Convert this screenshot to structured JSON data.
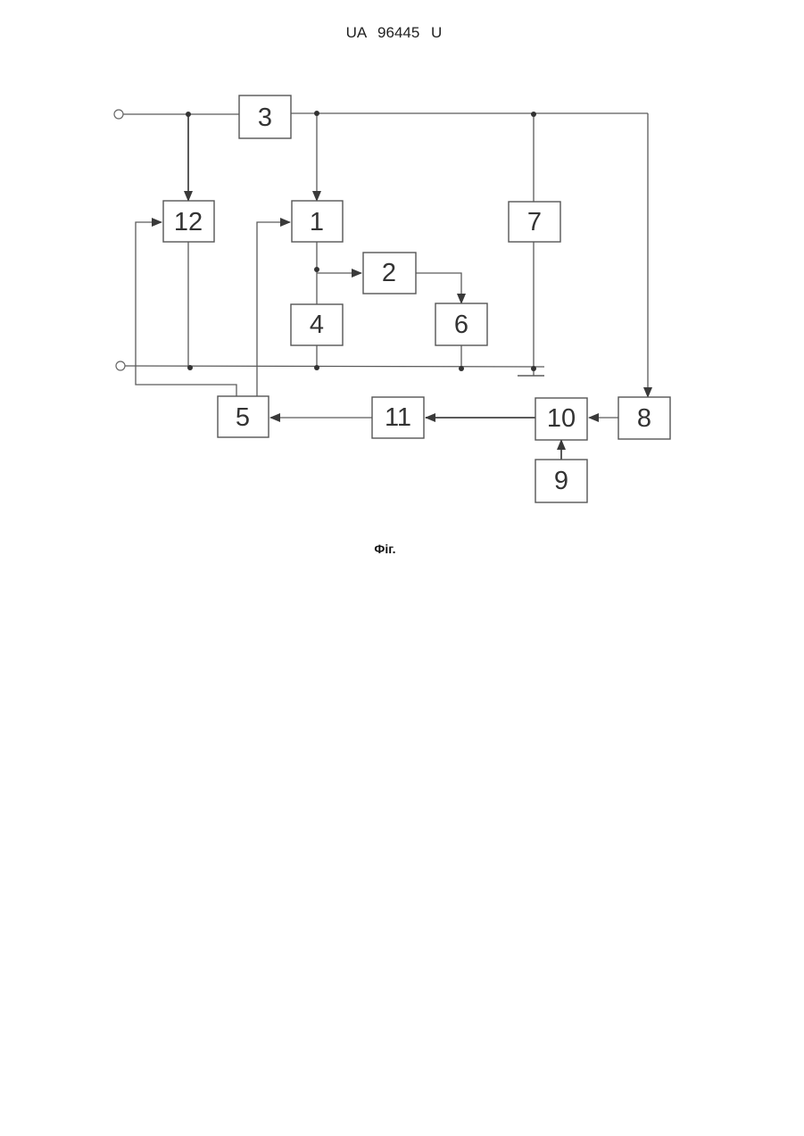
{
  "header": {
    "doc_number": "UA   96445   U"
  },
  "diagram": {
    "blocks": [
      {
        "id": "3",
        "label": "3"
      },
      {
        "id": "12",
        "label": "12"
      },
      {
        "id": "1",
        "label": "1"
      },
      {
        "id": "7",
        "label": "7"
      },
      {
        "id": "2",
        "label": "2"
      },
      {
        "id": "4",
        "label": "4"
      },
      {
        "id": "6",
        "label": "6"
      },
      {
        "id": "5",
        "label": "5"
      },
      {
        "id": "11",
        "label": "11"
      },
      {
        "id": "10",
        "label": "10"
      },
      {
        "id": "8",
        "label": "8"
      },
      {
        "id": "9",
        "label": "9"
      }
    ],
    "colors": {
      "line": "#5a5a5a",
      "box": "#555555",
      "text": "#333333"
    }
  },
  "caption": {
    "text": "Фіг."
  }
}
